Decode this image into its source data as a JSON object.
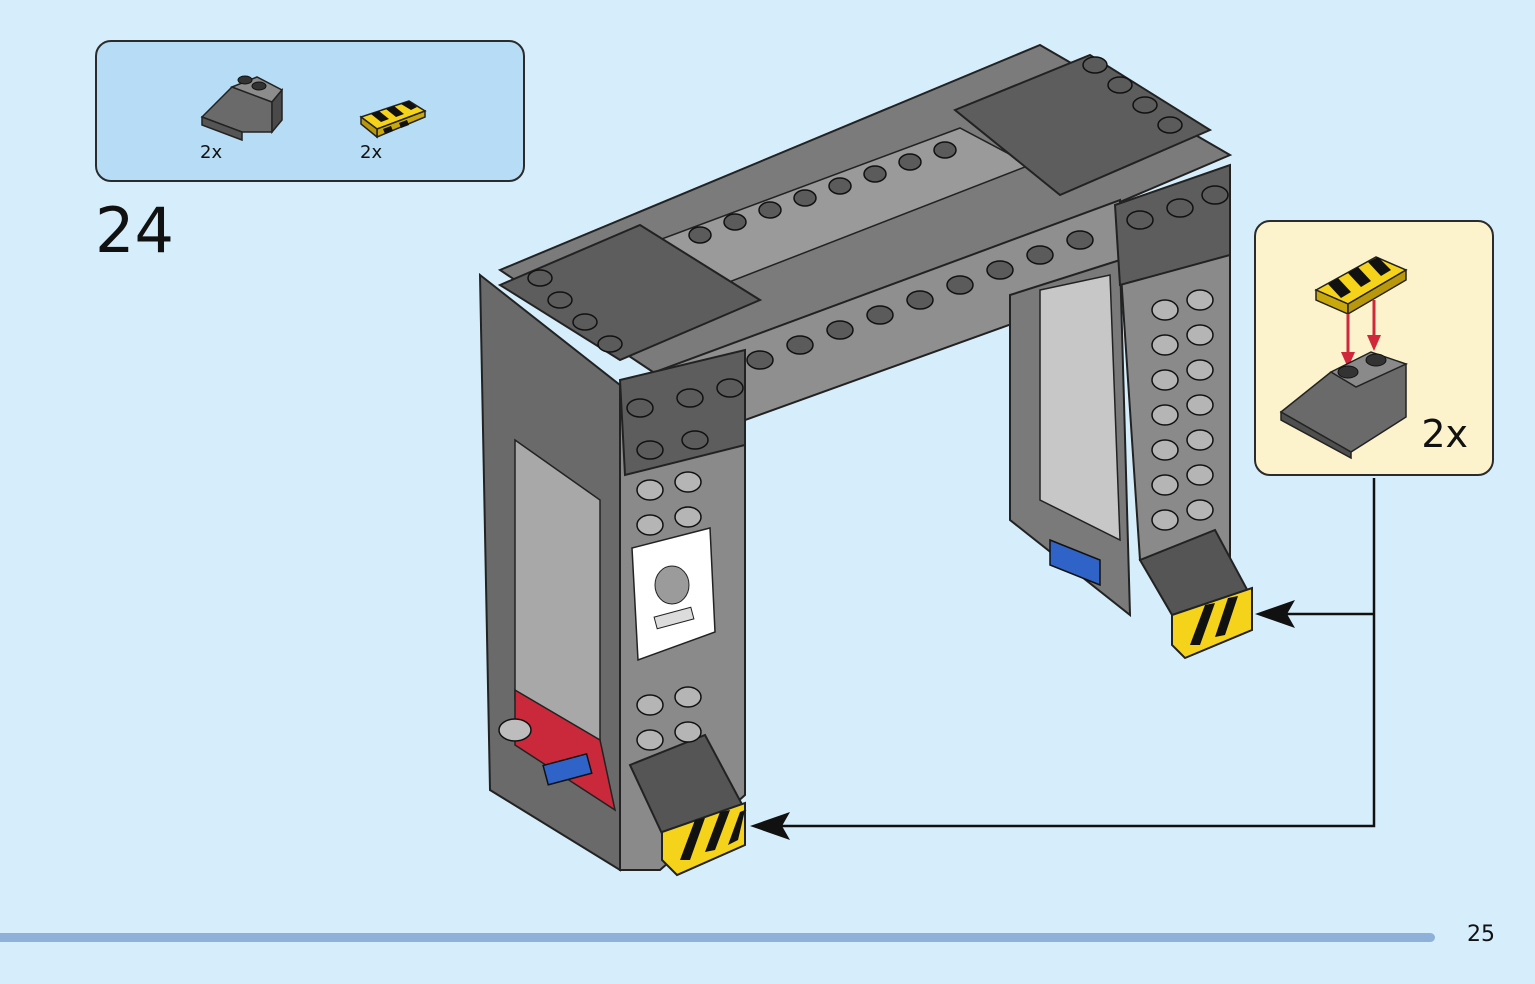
{
  "parts_list": {
    "items": [
      {
        "name": "slope-brick-dark-gray",
        "count": "2x"
      },
      {
        "name": "tile-hazard-stripe",
        "count": "2x"
      }
    ]
  },
  "step": {
    "number": "24"
  },
  "callout": {
    "count": "2x"
  },
  "page": {
    "number": "25"
  },
  "colors": {
    "background": "#d6eefb",
    "parts_box": "#b7dcf5",
    "callout_box": "#fcf2cc",
    "brick_dark": "#5f5f5f",
    "brick_mid": "#8a8a8a",
    "hazard_yellow": "#f5d31a",
    "arrow_red": "#d0283a",
    "footer_bar": "#8fb0d9"
  }
}
